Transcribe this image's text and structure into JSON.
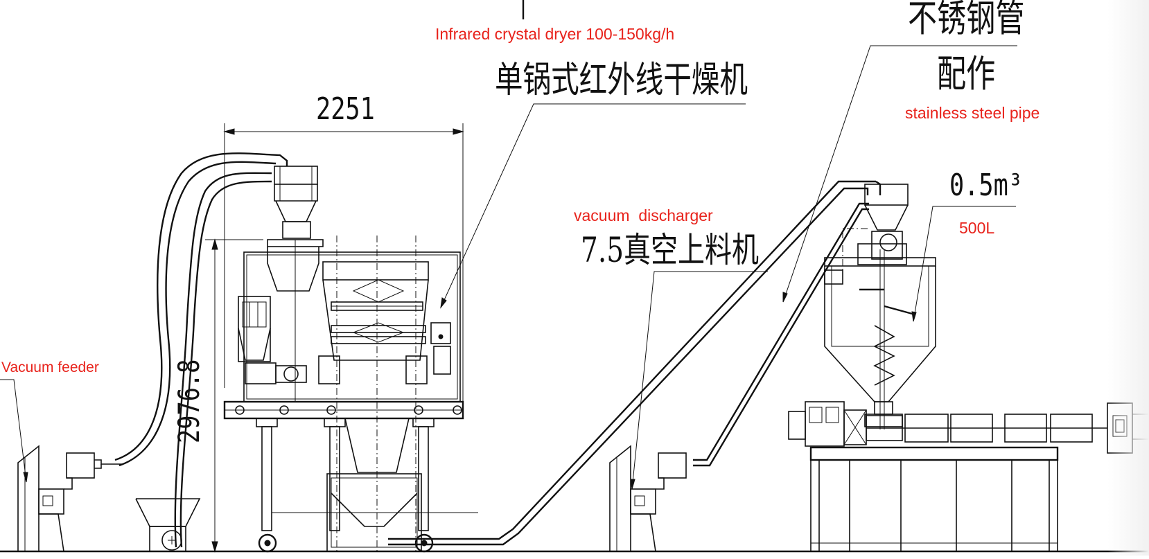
{
  "colors": {
    "line": "#111111",
    "annotation_red": "#e8231c",
    "background": "#ffffff"
  },
  "labels": {
    "dryer_en": "Infrared crystal dryer 100-150kg/h",
    "dryer_cn": "单锅式红外线干燥机",
    "width_dim": "2251",
    "height_dim": "2976.8",
    "pipe_cn_line1": "不锈钢管",
    "pipe_cn_line2": "配作",
    "pipe_en": "stainless steel pipe",
    "hopper_volume": "0.5m³",
    "hopper_en": "500L",
    "discharger_en": "vacuum  discharger",
    "discharger_cn": "7.5真空上料机",
    "feeder_en": "Vacuum feeder"
  }
}
